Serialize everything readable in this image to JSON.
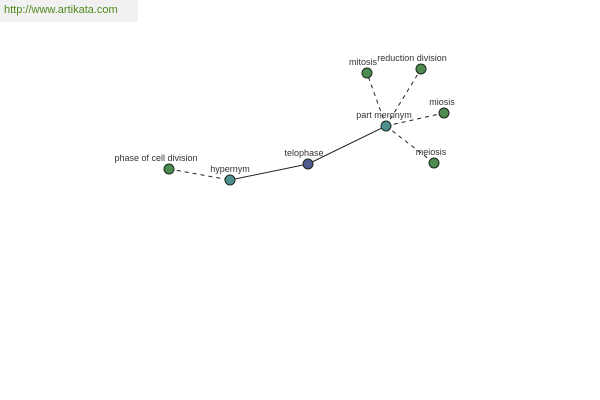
{
  "site": {
    "url": "http://www.artikata.com"
  },
  "colors": {
    "leaf": "#4f8a4f",
    "relation": "#4f8f8f",
    "center": "#4f5a8f",
    "edge": "#222222"
  },
  "nodes": [
    {
      "id": "phase_of_cell_division",
      "label": "phase of cell division",
      "kind": "leaf"
    },
    {
      "id": "hypernym",
      "label": "hypernym",
      "kind": "relation"
    },
    {
      "id": "telophase",
      "label": "telophase",
      "kind": "center"
    },
    {
      "id": "part_meronym",
      "label": "part meronym",
      "kind": "relation"
    },
    {
      "id": "mitosis",
      "label": "mitosis",
      "kind": "leaf"
    },
    {
      "id": "reduction_division",
      "label": "reduction division",
      "kind": "leaf"
    },
    {
      "id": "miosis",
      "label": "miosis",
      "kind": "leaf"
    },
    {
      "id": "meiosis",
      "label": "meiosis",
      "kind": "leaf"
    }
  ],
  "edges": [
    {
      "from": "phase_of_cell_division",
      "to": "hypernym",
      "style": "dashed"
    },
    {
      "from": "hypernym",
      "to": "telophase",
      "style": "solid"
    },
    {
      "from": "telophase",
      "to": "part_meronym",
      "style": "solid"
    },
    {
      "from": "part_meronym",
      "to": "mitosis",
      "style": "dashed"
    },
    {
      "from": "part_meronym",
      "to": "reduction_division",
      "style": "dashed"
    },
    {
      "from": "part_meronym",
      "to": "miosis",
      "style": "dashed"
    },
    {
      "from": "part_meronym",
      "to": "meiosis",
      "style": "dashed"
    }
  ]
}
